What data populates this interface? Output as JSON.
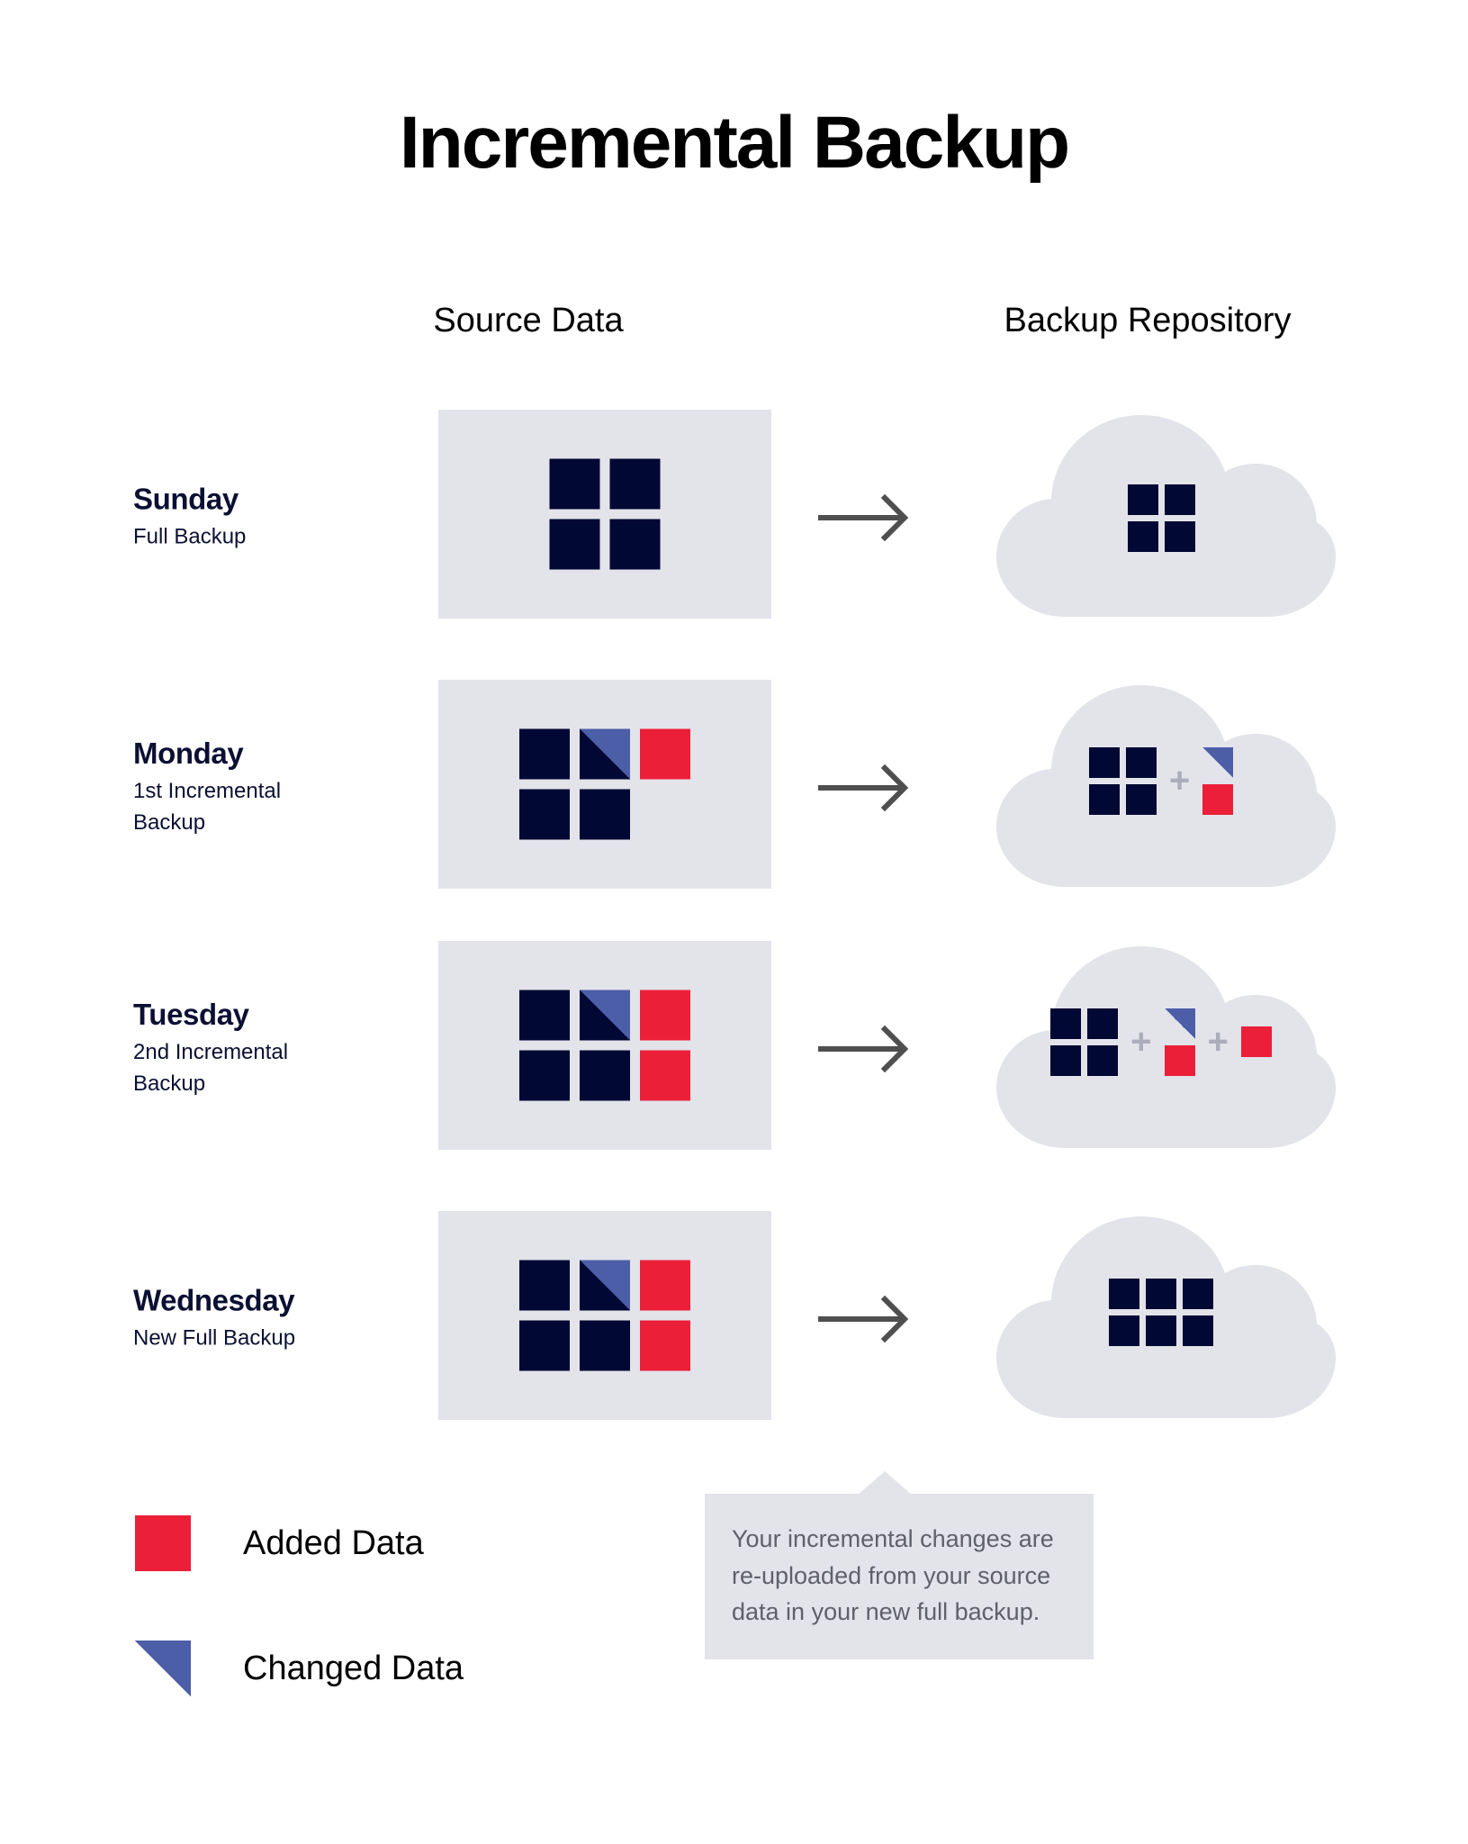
{
  "title": "Incremental Backup",
  "columns": {
    "source": "Source Data",
    "repository": "Backup Repository"
  },
  "colors": {
    "navy": "#000833",
    "added_red": "#EC1F39",
    "changed_blue": "#4C5EA8",
    "panel_gray": "#E3E3EA",
    "cloud_gray": "#E3E3EA",
    "plus_gray": "#ABAEBA",
    "arrow_gray": "#4F4F4F",
    "callout_text": "#5F6168"
  },
  "rows": [
    {
      "day": "Sunday",
      "subtitle": "Full Backup",
      "source": {
        "columns": 2,
        "tiles": [
          "navy",
          "navy",
          "navy",
          "navy"
        ]
      },
      "arrow": "arrow-right-icon",
      "repository": {
        "base_columns": 2,
        "base_tiles": [
          "navy",
          "navy",
          "navy",
          "navy"
        ],
        "increments": []
      }
    },
    {
      "day": "Monday",
      "subtitle": "1st Incremental Backup",
      "source": {
        "columns": 3,
        "tiles": [
          "navy",
          "changed",
          "red",
          "navy",
          "navy",
          "empty"
        ]
      },
      "arrow": "arrow-right-icon",
      "repository": {
        "base_columns": 2,
        "base_tiles": [
          "navy",
          "navy",
          "navy",
          "navy"
        ],
        "increments": [
          {
            "separator": "+",
            "parts": [
              "changed-triangle",
              "added-square"
            ]
          }
        ]
      }
    },
    {
      "day": "Tuesday",
      "subtitle": "2nd Incremental Backup",
      "source": {
        "columns": 3,
        "tiles": [
          "navy",
          "changed",
          "red",
          "navy",
          "navy",
          "red"
        ]
      },
      "arrow": "arrow-right-icon",
      "repository": {
        "base_columns": 2,
        "base_tiles": [
          "navy",
          "navy",
          "navy",
          "navy"
        ],
        "increments": [
          {
            "separator": "+",
            "parts": [
              "changed-triangle",
              "added-square"
            ]
          },
          {
            "separator": "+",
            "parts": [
              "added-square"
            ]
          }
        ]
      }
    },
    {
      "day": "Wednesday",
      "subtitle": "New Full Backup",
      "source": {
        "columns": 3,
        "tiles": [
          "navy",
          "changed",
          "red",
          "navy",
          "navy",
          "red"
        ]
      },
      "arrow": "arrow-right-icon",
      "repository": {
        "base_columns": 3,
        "base_tiles": [
          "navy",
          "navy",
          "navy",
          "navy",
          "navy",
          "navy"
        ],
        "increments": []
      }
    }
  ],
  "callout": {
    "text": "Your incremental changes are re-uploaded from your source data in your new full backup."
  },
  "legend": [
    {
      "swatch": "red-square",
      "label": "Added Data"
    },
    {
      "swatch": "blue-triangle",
      "label": "Changed Data"
    }
  ]
}
